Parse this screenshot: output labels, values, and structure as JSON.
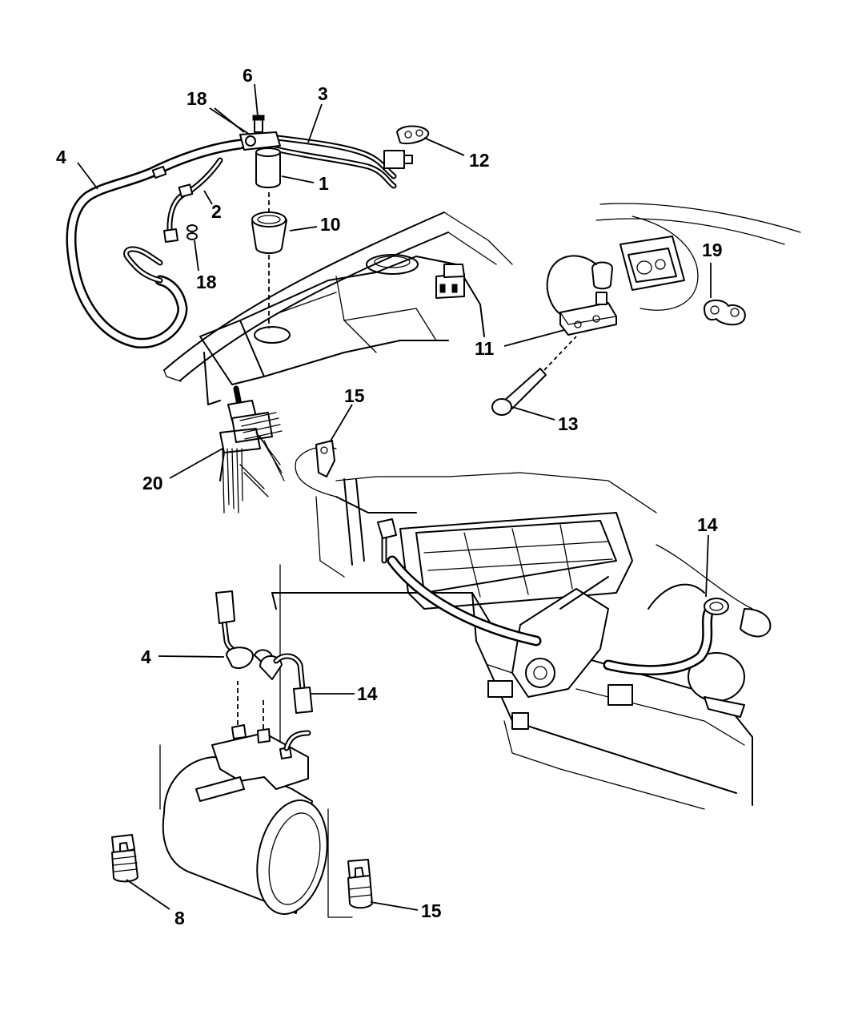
{
  "callouts": {
    "c1": "1",
    "c2": "2",
    "c3": "3",
    "c4a": "4",
    "c4b": "4",
    "c6": "6",
    "c8": "8",
    "c10": "10",
    "c11": "11",
    "c12": "12",
    "c13": "13",
    "c14a": "14",
    "c14b": "14",
    "c15a": "15",
    "c15b": "15",
    "c18a": "18",
    "c18b": "18",
    "c19": "19",
    "c20": "20"
  }
}
